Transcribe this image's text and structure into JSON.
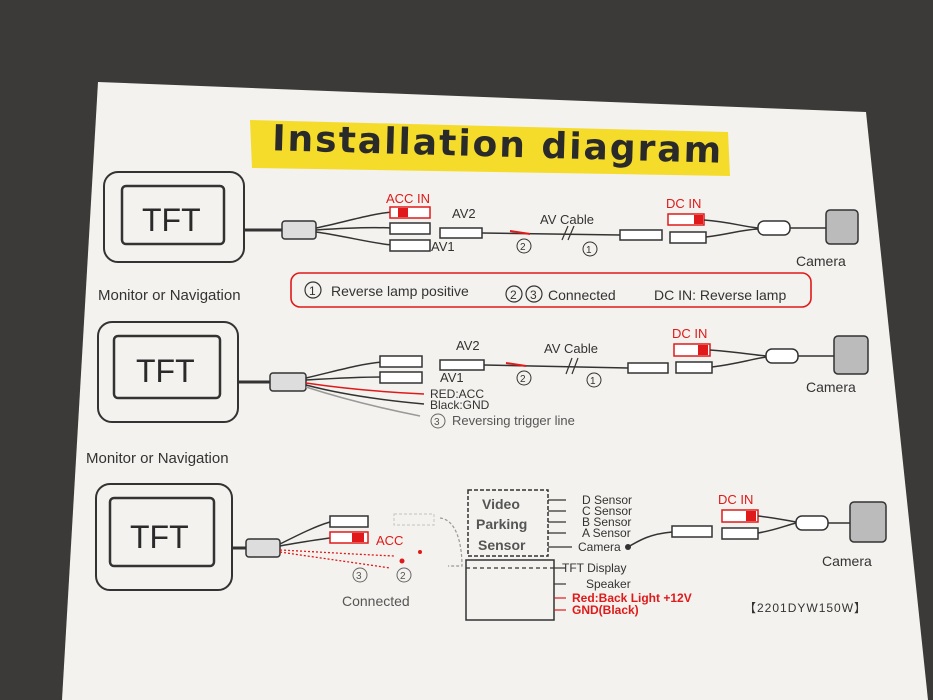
{
  "title": "Installation diagram",
  "colors": {
    "banner": "#f5dc2a",
    "accent_red": "#e01a1a",
    "paper": "#f4f2ee",
    "ink": "#3a3a3a"
  },
  "legend": {
    "item1_num": "1",
    "item1_text": "Reverse lamp positive",
    "item2_num": "2",
    "item3_num": "3",
    "item23_text": "Connected",
    "dcin_text": "DC IN: Reverse lamp"
  },
  "section1": {
    "monitor_label": "TFT",
    "caption": "Monitor or Navigation",
    "acc_in": "ACC IN",
    "av2": "AV2",
    "av1": "AV1",
    "av_cable": "AV Cable",
    "num_a": "2",
    "num_b": "1",
    "dc_in": "DC IN",
    "camera": "Camera"
  },
  "section2": {
    "monitor_label": "TFT",
    "caption": "Monitor or Navigation",
    "av2": "AV2",
    "av1": "AV1",
    "av_cable": "AV Cable",
    "num_a": "2",
    "num_b": "1",
    "red": "RED:ACC",
    "black": "Black:GND",
    "trigger_num": "3",
    "trigger": "Reversing trigger line",
    "dc_in": "DC IN",
    "camera": "Camera"
  },
  "section3": {
    "monitor_label": "TFT",
    "acc": "ACC",
    "num_a": "3",
    "num_b": "2",
    "connected": "Connected",
    "box_line1": "Video",
    "box_line2": "Parking",
    "box_line3": "Sensor",
    "d_sensor": "D Sensor",
    "c_sensor": "C Sensor",
    "b_sensor": "B Sensor",
    "a_sensor": "A Sensor",
    "camera_port": "Camera",
    "tft_display": "TFT Display",
    "speaker": "Speaker",
    "backlight": "Red:Back Light  +12V",
    "gnd": "GND(Black)",
    "dc_in": "DC IN",
    "camera": "Camera",
    "model": "【2201DYW150W】"
  }
}
